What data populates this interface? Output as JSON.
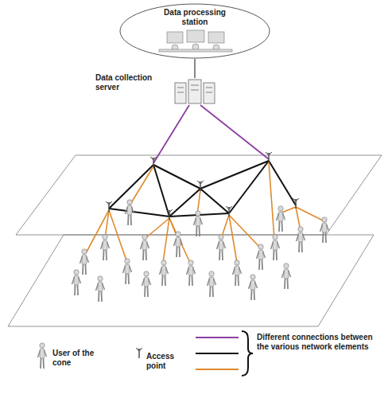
{
  "diagram": {
    "nodes": [
      {
        "text": [
          "Data processing station"
        ]
      },
      {
        "text": [
          "Data collection server"
        ]
      }
    ],
    "edges": [
      {
        "from": 0,
        "to": 1,
        "arrow": "none"
      }
    ],
    "legend": [
      {
        "text": "User of the cone"
      },
      {
        "text": "Access point"
      },
      {
        "text": "Different connections between the various network elements"
      }
    ]
  }
}
